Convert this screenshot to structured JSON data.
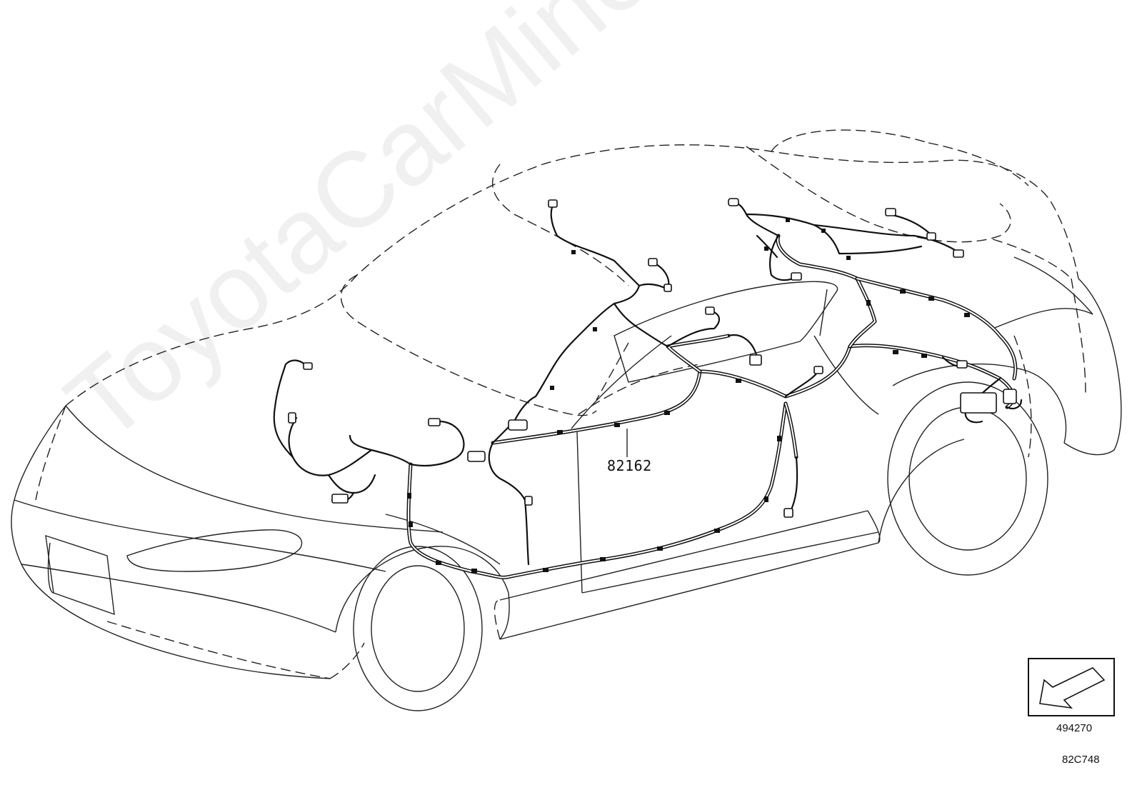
{
  "diagram": {
    "part_number": "82162",
    "reference_code": "494270",
    "diagram_code": "82C748",
    "watermark": "ToyotaCarMine.ru",
    "colors": {
      "line": "#222222",
      "harness": "#111111",
      "background": "#ffffff"
    }
  }
}
